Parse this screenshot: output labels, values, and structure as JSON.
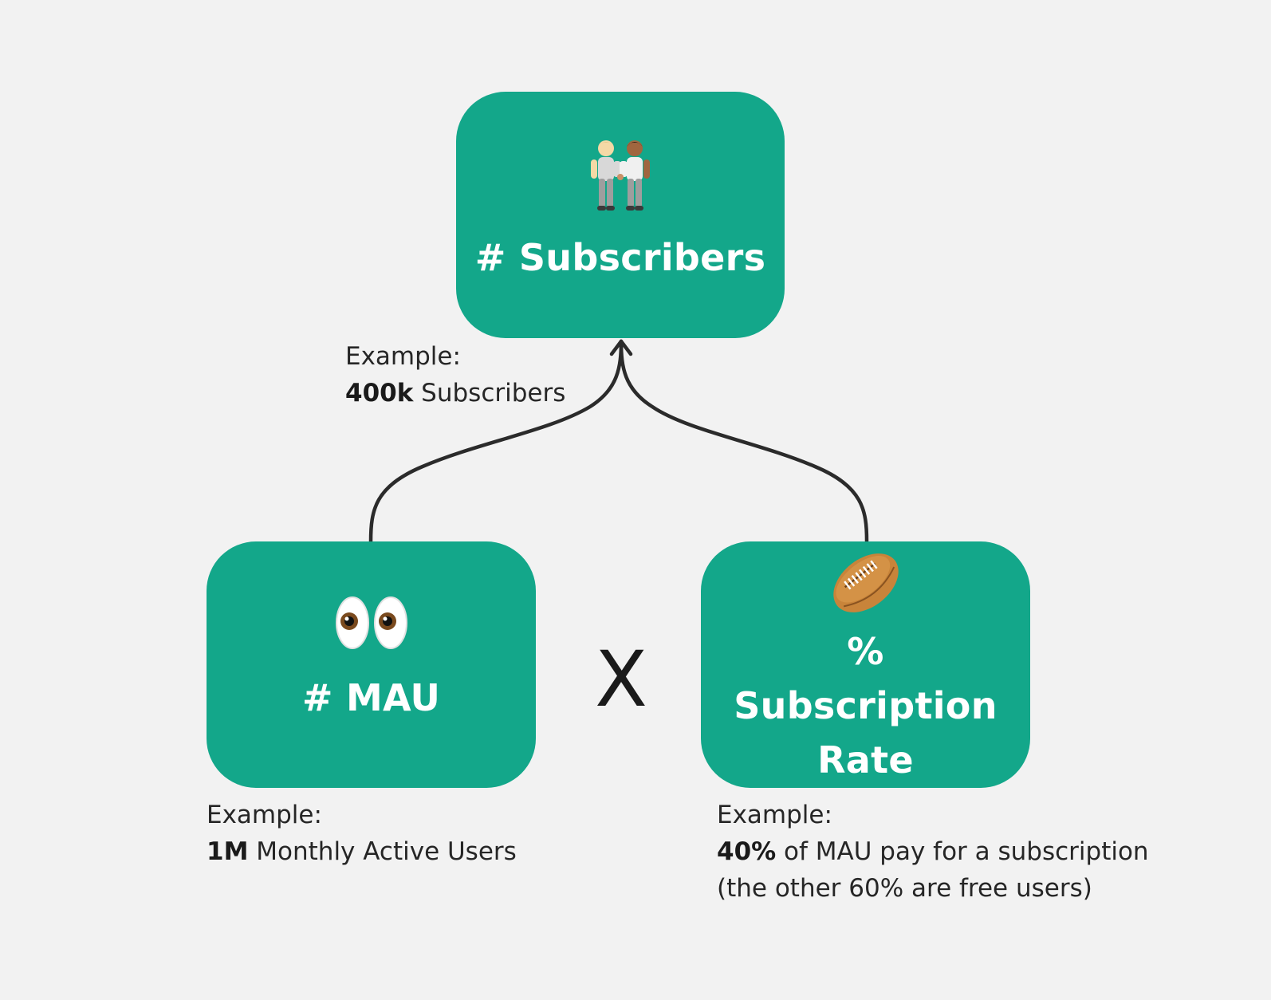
{
  "nodes": {
    "top": {
      "title": "# Subscribers",
      "icon": "people-holding-hands-icon"
    },
    "left": {
      "title": "# MAU",
      "icon": "eyes-icon"
    },
    "right": {
      "title": "% Subscription Rate",
      "icon": "rugby-football-icon"
    }
  },
  "operator": "X",
  "captions": {
    "top": {
      "label": "Example:",
      "bold": "400k",
      "text": " Subscribers"
    },
    "left": {
      "label": "Example:",
      "bold": "1M",
      "text": " Monthly Active Users"
    },
    "right": {
      "label": "Example:",
      "bold": "40%",
      "text": " of MAU pay for a subscription",
      "line3": "(the other 60% are free users)"
    }
  },
  "colors": {
    "node_fill": "#13a78a",
    "node_text": "#ffffff",
    "background": "#f2f2f2",
    "connector": "#2b2b2b"
  }
}
